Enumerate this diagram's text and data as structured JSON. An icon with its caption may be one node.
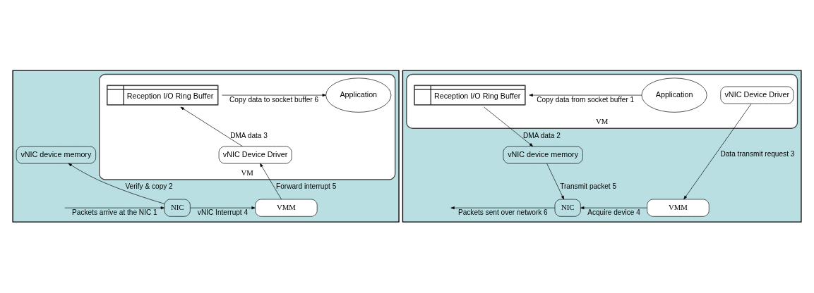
{
  "diagram": {
    "nodes": [
      {
        "text": [],
        "shape": "box"
      },
      {
        "text": [
          "VM"
        ],
        "in": 0
      },
      {
        "text": [
          "Application"
        ],
        "in": 1
      },
      {
        "text": [
          "Reception I/O Ring Buffer"
        ],
        "in": 1
      },
      {
        "text": [
          "vNIC Device Driver"
        ],
        "in": 1
      },
      {
        "text": [
          "vNIC device memory"
        ],
        "in": 0
      },
      {
        "text": [
          "NIC"
        ],
        "in": 0
      },
      {
        "text": [
          "VMM"
        ],
        "in": 0
      },
      {
        "text": [],
        "shape": "box"
      },
      {
        "text": [
          "VM"
        ],
        "in": 8
      },
      {
        "text": [
          "Application"
        ],
        "in": 9
      },
      {
        "text": [
          "Reception I/O Ring Buffer"
        ],
        "in": 9
      },
      {
        "text": [
          "vNIC Device Driver"
        ],
        "in": 9
      },
      {
        "text": [
          "vNIC device memory"
        ],
        "in": 8
      },
      {
        "text": [
          "NIC"
        ],
        "in": 8
      },
      {
        "text": [
          "VMM"
        ],
        "in": 8
      }
    ],
    "edges": [
      {
        "from": null,
        "to": 6,
        "arrow": "to",
        "label": "Packets arrive at the NIC 1"
      },
      {
        "from": 6,
        "to": 5,
        "arrow": "to",
        "label": "Verify & copy 2"
      },
      {
        "from": 4,
        "to": 3,
        "arrow": "to",
        "label": "DMA data 3"
      },
      {
        "from": 6,
        "to": 7,
        "arrow": "to",
        "label": "vNIC Interrupt 4"
      },
      {
        "from": 7,
        "to": 4,
        "arrow": "to",
        "label": "Forward interrupt 5"
      },
      {
        "from": 3,
        "to": 2,
        "arrow": "to",
        "label": "Copy data to socket buffer 6"
      },
      {
        "from": 10,
        "to": 11,
        "arrow": "to",
        "label": "Copy data from socket buffer 1"
      },
      {
        "from": 11,
        "to": 13,
        "arrow": "to",
        "label": "DMA data 2"
      },
      {
        "from": 12,
        "to": 15,
        "arrow": "to",
        "label": "Data transmit request 3"
      },
      {
        "from": 15,
        "to": 14,
        "arrow": "to",
        "label": "Acquire device 4"
      },
      {
        "from": 13,
        "to": 14,
        "arrow": "to",
        "label": "Transmit packet 5"
      },
      {
        "from": 14,
        "to": null,
        "arrow": "to",
        "label": "Packets sent over network 6"
      }
    ]
  }
}
